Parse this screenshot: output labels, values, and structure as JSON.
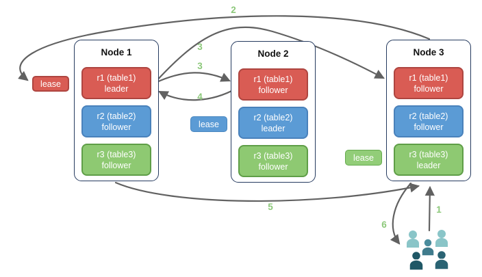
{
  "diagram": {
    "nodes": [
      {
        "title": "Node 1",
        "replicas": [
          {
            "label": "r1 (table1)",
            "role": "leader",
            "color": "red"
          },
          {
            "label": "r2 (table2)",
            "role": "follower",
            "color": "blue"
          },
          {
            "label": "r3 (table3)",
            "role": "follower",
            "color": "green"
          }
        ]
      },
      {
        "title": "Node 2",
        "replicas": [
          {
            "label": "r1 (table1)",
            "role": "follower",
            "color": "red"
          },
          {
            "label": "r2 (table2)",
            "role": "leader",
            "color": "blue"
          },
          {
            "label": "r3 (table3)",
            "role": "follower",
            "color": "green"
          }
        ]
      },
      {
        "title": "Node 3",
        "replicas": [
          {
            "label": "r1 (table1)",
            "role": "follower",
            "color": "red"
          },
          {
            "label": "r2 (table2)",
            "role": "follower",
            "color": "blue"
          },
          {
            "label": "r3 (table3)",
            "role": "leader",
            "color": "green"
          }
        ]
      }
    ],
    "leases": [
      {
        "text": "lease",
        "color": "red"
      },
      {
        "text": "lease",
        "color": "blue"
      },
      {
        "text": "lease",
        "color": "green"
      }
    ],
    "step_labels": [
      {
        "text": "2"
      },
      {
        "text": "3"
      },
      {
        "text": "3"
      },
      {
        "text": "4"
      },
      {
        "text": "5"
      },
      {
        "text": "1"
      },
      {
        "text": "6"
      }
    ],
    "icons": {
      "users_group": "users-group-icon"
    },
    "colors": {
      "node_border": "#24395e",
      "replica_red": "#d95c54",
      "replica_red_border": "#ae4540",
      "replica_blue": "#5b9bd5",
      "replica_blue_border": "#4981bb",
      "replica_green": "#8ec972",
      "replica_green_border": "#5f9e47",
      "arrow": "#616161",
      "step_label_green": "#8cc87a",
      "users_light_teal": "#8ac5c8",
      "users_mid_teal": "#4a8c9d",
      "users_dark_teal": "#1f5766"
    }
  }
}
